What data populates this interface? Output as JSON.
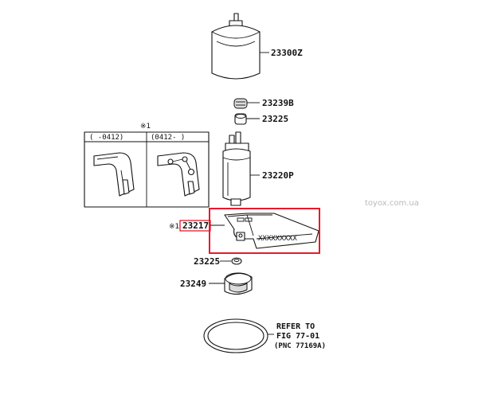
{
  "diagram": {
    "parts": {
      "filter_23300z": "23300Z",
      "seal_23239b": "23239B",
      "cushion_23225_upper": "23225",
      "pump_23220p": "23220P",
      "bracket_23217": "23217",
      "cushion_23225_lower": "23225",
      "cap_23249": "23249"
    },
    "note_marks": {
      "inset_mark": "※1",
      "bracket_mark": "※1"
    },
    "inset": {
      "col1_header": "(    -0412)",
      "col2_header": "(0412-    )"
    },
    "refer": {
      "line1": "REFER TO",
      "line2": "FIG 77-01",
      "line3": "(PNC 77169A)"
    },
    "watermark": "toyox.com.ua",
    "colors": {
      "highlight": "#e8192c",
      "line": "#111111"
    }
  }
}
